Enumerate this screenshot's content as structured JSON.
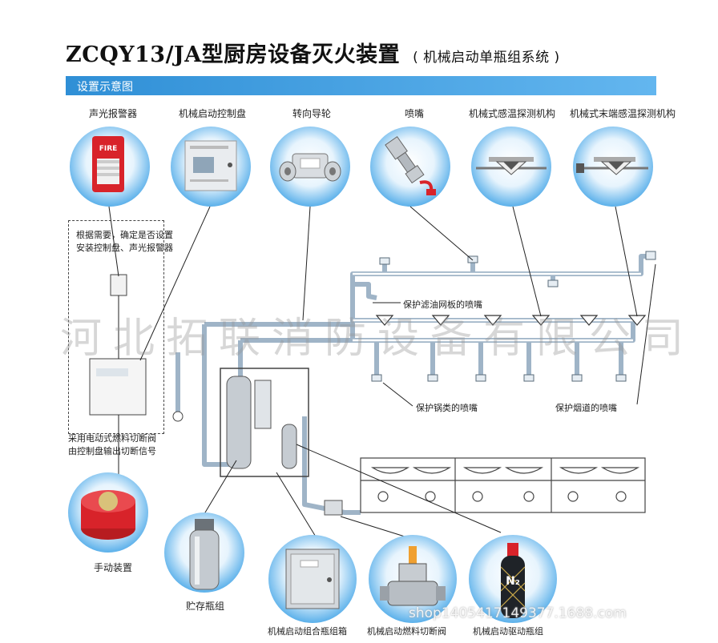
{
  "title": {
    "main": "ZCQY13/JA型厨房设备灭火装置",
    "sub": "( 机械启动单瓶组系统 )"
  },
  "section": "设置示意图",
  "components": {
    "alarm": "声光报警器",
    "control_panel": "机械启动控制盘",
    "pulley": "转向导轮",
    "nozzle": "喷嘴",
    "temp_detector": "机械式感温探测机构",
    "end_detector": "机械式末端感温探测机构",
    "manual": "手动装置",
    "storage_bottle": "贮存瓶组",
    "cabinet": "机械启动组合瓶组箱",
    "fuel_valve": "机械启动燃料切断阀",
    "drive_bottle": "机械启动驱动瓶组"
  },
  "notes": {
    "dashbox_line1": "根据需要，确定是否设置",
    "dashbox_line2": "安装控制盘、声光报警器",
    "bottom_line1": "采用电动式燃料切断阀",
    "bottom_line2": "由控制盘输出切断信号"
  },
  "callouts": {
    "filter": "保护滤油网板的喷嘴",
    "pot": "保护锅类的喷嘴",
    "flue": "保护烟道的喷嘴"
  },
  "product_text": {
    "fire": "FIRE",
    "n2": "N₂"
  },
  "watermark": "河北拓联消防设备有限公司",
  "url": "shop1405417149377.1688.com",
  "colors": {
    "accent": "#2f8fd6",
    "pipe": "#c8d8e6",
    "red": "#d8232a"
  }
}
